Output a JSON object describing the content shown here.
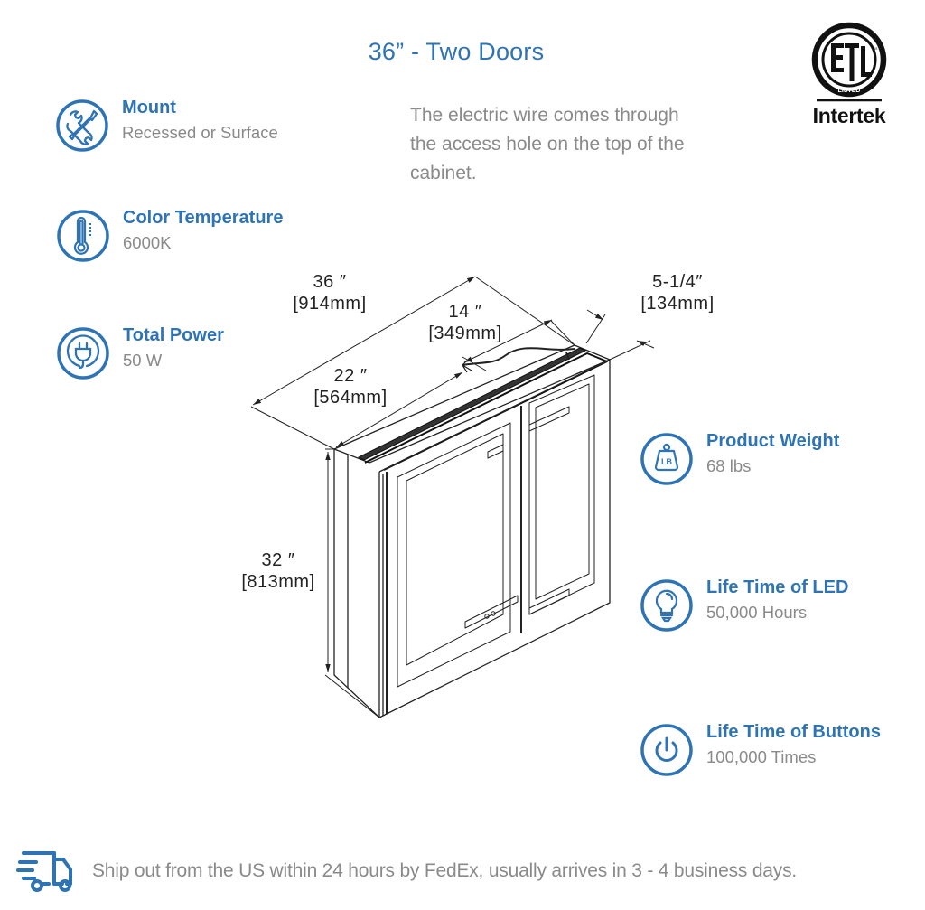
{
  "title": "36” - Two Doors",
  "wire_note": "The electric wire comes through the access hole on the top of the cabinet.",
  "certification": {
    "mark": "ETL",
    "listed_text": "LISTED",
    "region_text": "us",
    "brand": "Intertek"
  },
  "features_left": [
    {
      "icon": "tools-icon",
      "label": "Mount",
      "value": "Recessed or Surface"
    },
    {
      "icon": "thermometer-icon",
      "label": "Color Temperature",
      "value": "6000K"
    },
    {
      "icon": "plug-icon",
      "label": "Total Power",
      "value": "50 W"
    }
  ],
  "features_right": [
    {
      "icon": "weight-icon",
      "label": "Product Weight",
      "value": "68 lbs",
      "badge": "LB"
    },
    {
      "icon": "lightbulb-icon",
      "label": "Life Time of LED",
      "value": "50,000 Hours"
    },
    {
      "icon": "power-icon",
      "label": "Life Time of Buttons",
      "value": "100,000 Times"
    }
  ],
  "dimensions": {
    "width": {
      "inches": "36 ″",
      "mm": "[914mm]"
    },
    "door_depth_top": {
      "inches": "14 ″",
      "mm": "[349mm]"
    },
    "side_depth": {
      "inches": "22 ″",
      "mm": "[564mm]"
    },
    "cabinet_depth": {
      "inches": "5-1/4″",
      "mm": "[134mm]"
    },
    "height": {
      "inches": "32 ″",
      "mm": "[813mm]"
    }
  },
  "shipping": {
    "icon": "truck-icon",
    "text": "Ship out from the US within 24 hours by FedEx, usually arrives in 3 - 4 business days."
  },
  "colors": {
    "accent": "#2e74b5",
    "muted_text": "#8a8a8a",
    "line": "#222222"
  }
}
